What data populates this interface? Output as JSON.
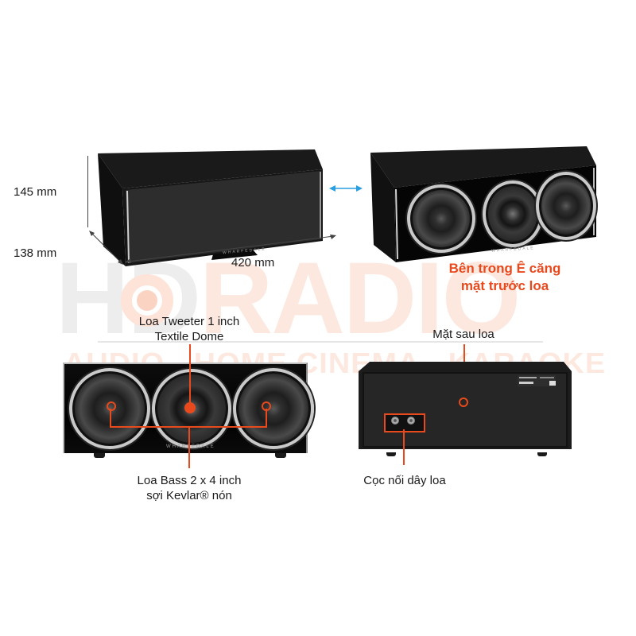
{
  "watermark": {
    "brand_hd": "HD",
    "brand_radio": "RADIO",
    "tagline": "AUDIO - HOME CINEMA - KARAOKE",
    "colors": {
      "gray": "#ededed",
      "pink": "#fde8e0"
    }
  },
  "dimensions": {
    "height": "145 mm",
    "depth": "138 mm",
    "width": "420 mm"
  },
  "grille_view": {
    "brand": "WHARFEDALE",
    "arrow_icon": "double-arrow-horizontal",
    "arrow_color": "#2a9fe0"
  },
  "open_view": {
    "brand": "WHARFEDALE",
    "caption_line1": "Bên trong Ê căng",
    "caption_line2": "mặt trước loa",
    "caption_color": "#e8491d"
  },
  "front_detail": {
    "brand": "WHARFEDALE",
    "tweeter_label_line1": "Loa Tweeter 1 inch",
    "tweeter_label_line2": "Textile Dome",
    "bass_label_line1": "Loa Bass 2 x 4 inch",
    "bass_label_line2": "sợi Kevlar® nón"
  },
  "rear_detail": {
    "rear_label": "Mặt sau loa",
    "terminal_label": "Cọc nối dây loa"
  },
  "accent_color": "#e8491d"
}
